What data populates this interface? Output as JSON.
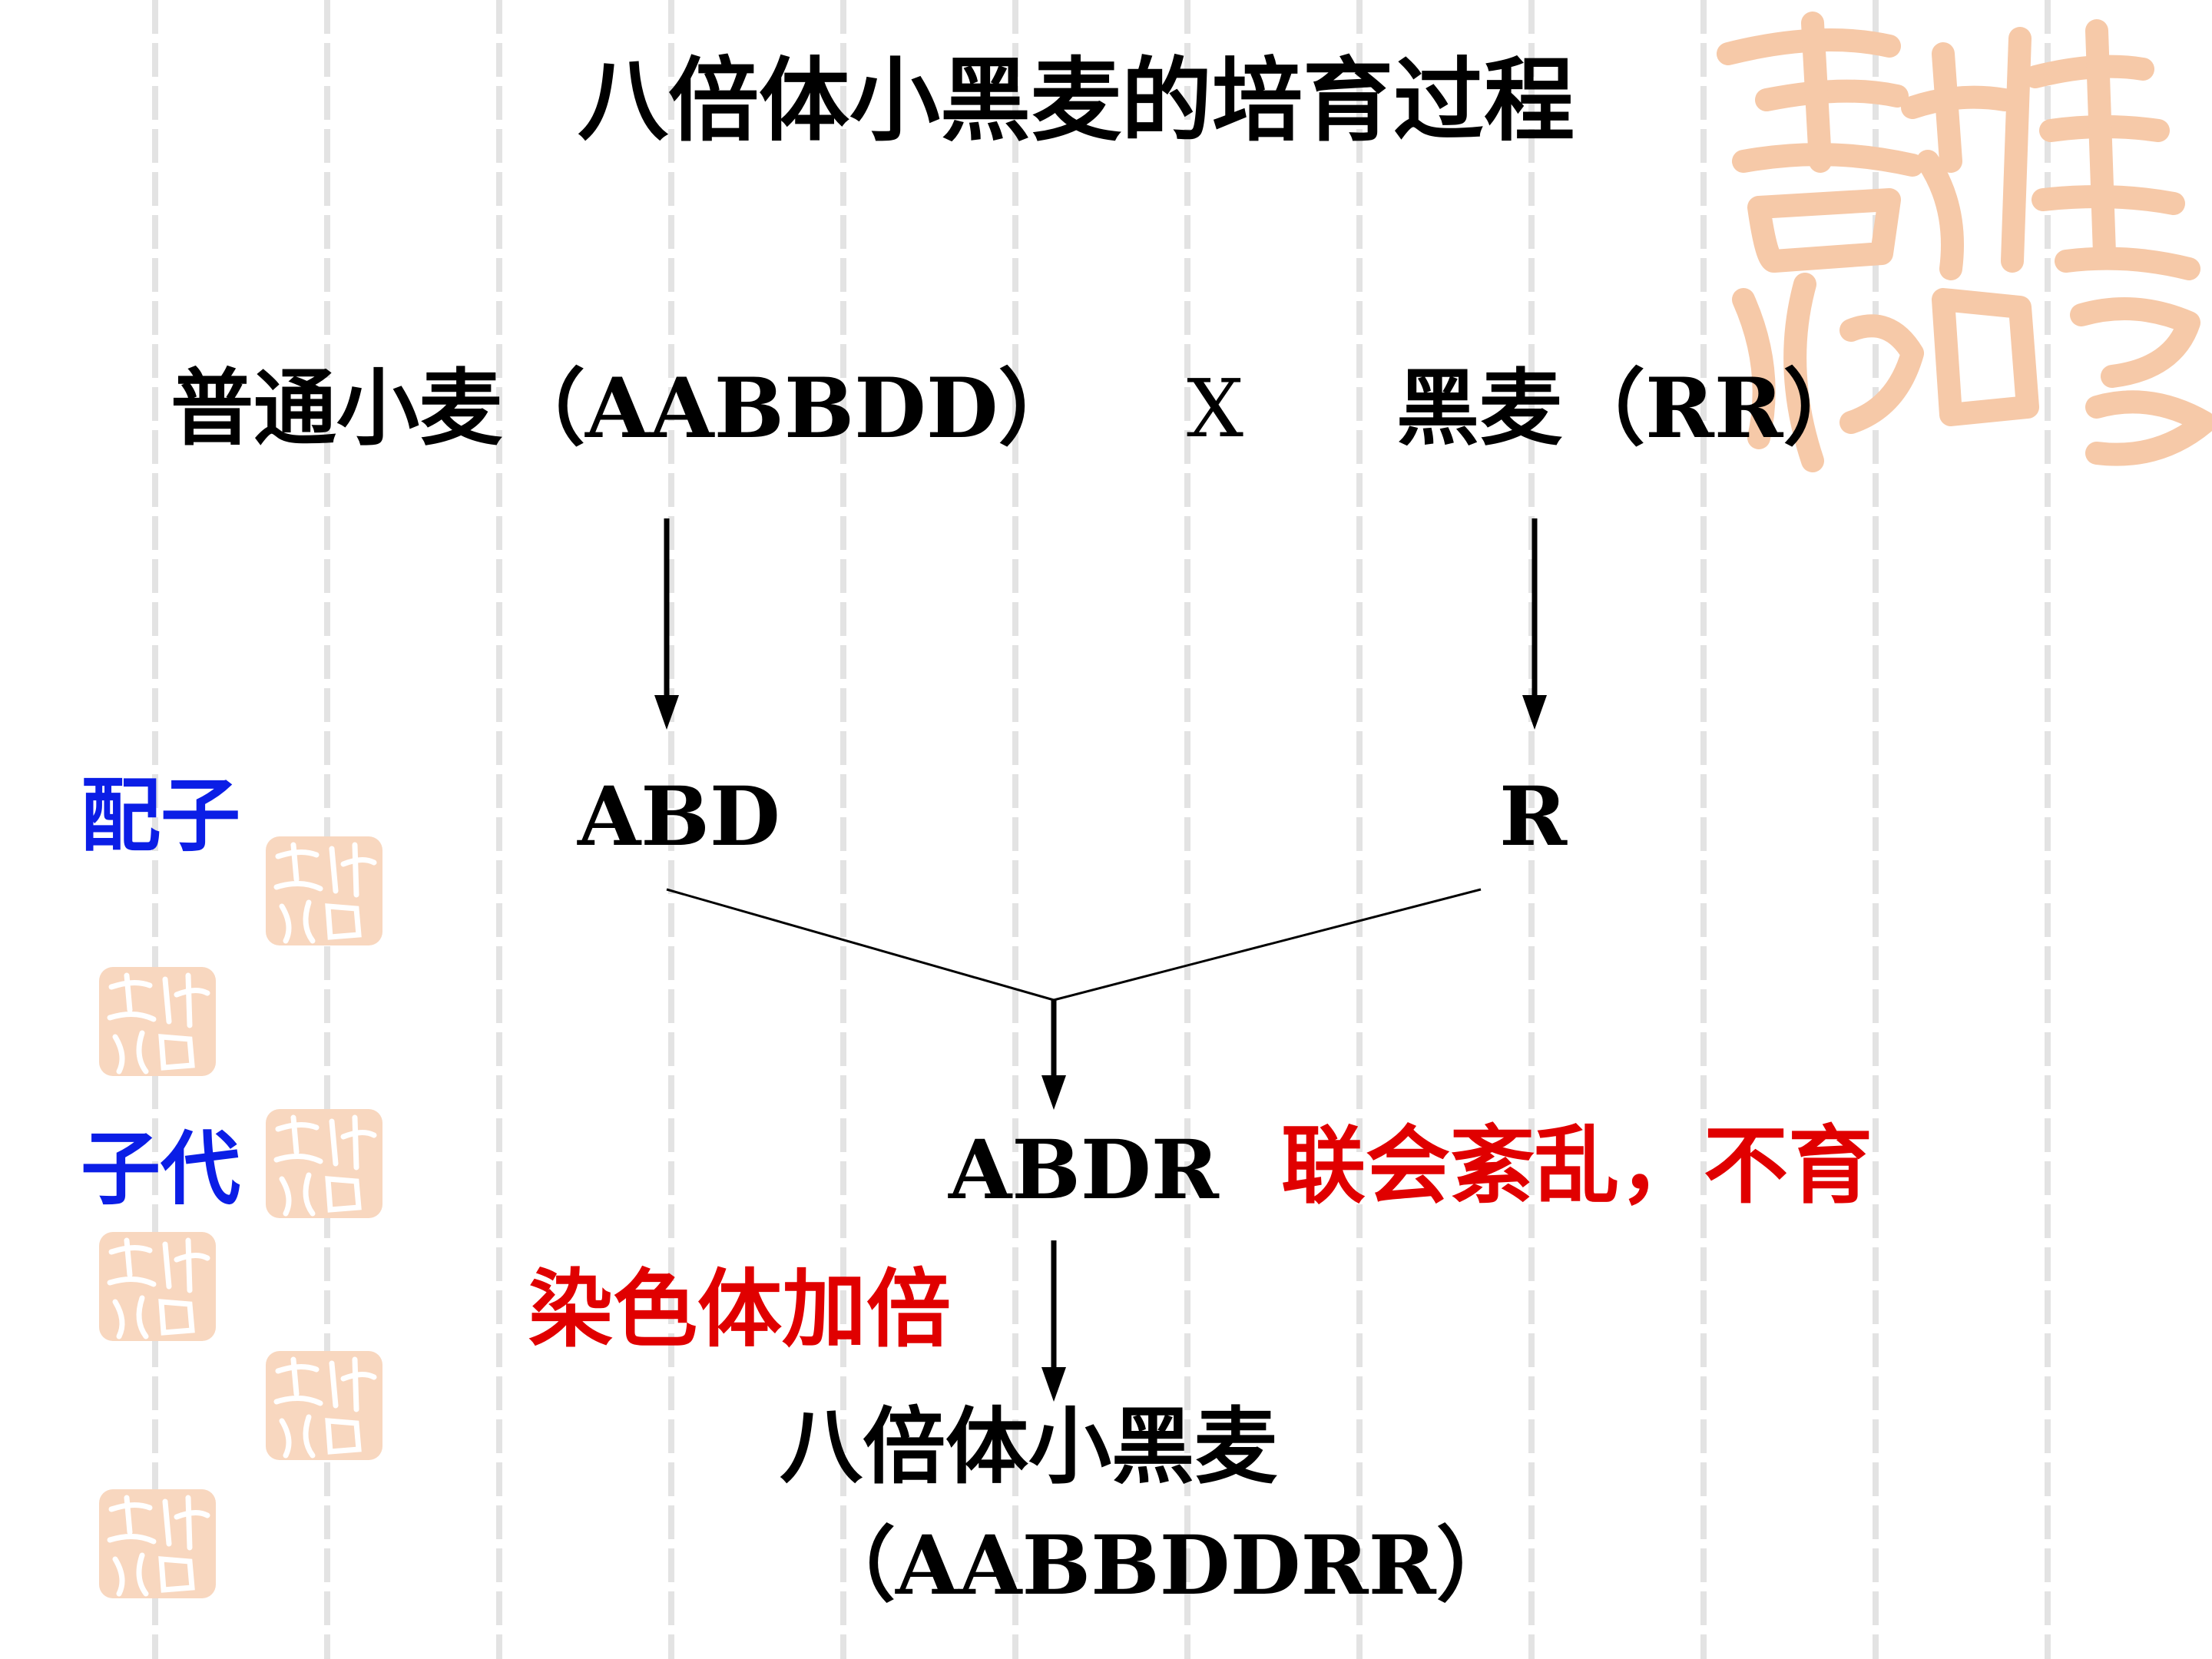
{
  "title": "八倍体小黑麦的培育过程",
  "parents": {
    "left": "普通小麦（AABBDD）",
    "cross": "X",
    "right": "黑麦（RR）"
  },
  "gamete_row": {
    "label": "配子",
    "left": "ABD",
    "right": "R"
  },
  "offspring_row": {
    "label": "子代",
    "genotype": "ABDR",
    "note": "联会紊乱，不育"
  },
  "treatment": "染色体加倍",
  "result": {
    "name": "八倍体小黑麦",
    "genotype": "（AABBDDRR）"
  },
  "seal_text": "吉祥如意",
  "colors": {
    "label_blue": "#0b1ee6",
    "note_red": "#e00000",
    "seal": "#f6c9a8",
    "text": "#000000"
  }
}
